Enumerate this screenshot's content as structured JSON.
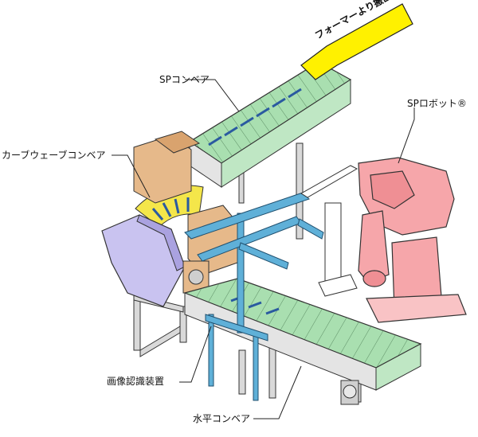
{
  "labels": {
    "sp_conveyor": "SPコンベア",
    "curve_wave_conveyor": "カーブウェーブコンベア",
    "sp_robot": "SPロボット®",
    "image_recognition": "画像認識装置",
    "horizontal_conveyor": "水平コンベア",
    "former_discharge": "フォーマーより搬出"
  },
  "colors": {
    "conveyor_green": "#a9dfb0",
    "robot_pink": "#f6a6aa",
    "machine_lavender": "#c9c3f0",
    "frame_blue": "#5fb0d8",
    "box_tan": "#e6b98a",
    "curve_yellow": "#f4e64a",
    "arrow_yellow": "#fff100"
  }
}
